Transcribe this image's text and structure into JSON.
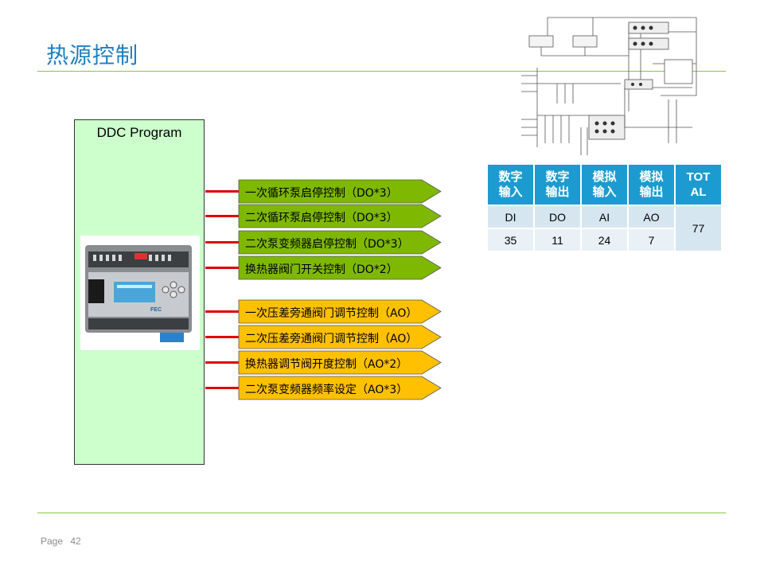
{
  "page": {
    "title": "热源控制",
    "footer_label": "Page",
    "footer_number": "42"
  },
  "ddc": {
    "label": "DDC Program",
    "device_brand": "FEC"
  },
  "outputs": [
    {
      "label": "一次循环泵启停控制（DO*3）",
      "color": "#7fb800"
    },
    {
      "label": "二次循环泵启停控制（DO*3）",
      "color": "#7fb800"
    },
    {
      "label": "二次泵变频器启停控制（DO*3）",
      "color": "#7fb800"
    },
    {
      "label": "换热器阀门开关控制（DO*2）",
      "color": "#7fb800"
    },
    {
      "label": "一次压差旁通阀门调节控制（AO）",
      "color": "#ffc000"
    },
    {
      "label": "二次压差旁通阀门调节控制（AO）",
      "color": "#ffc000"
    },
    {
      "label": "换热器调节阀开度控制（AO*2）",
      "color": "#ffc000"
    },
    {
      "label": "二次泵变频器频率设定（AO*3）",
      "color": "#ffc000"
    }
  ],
  "io_table": {
    "headers": [
      "数字\n输入",
      "数字\n输出",
      "模拟\n输入",
      "模拟\n输出",
      "TOT\nAL"
    ],
    "codes": [
      "DI",
      "DO",
      "AI",
      "AO"
    ],
    "counts": [
      "35",
      "11",
      "24",
      "7"
    ],
    "total": "77"
  },
  "colors": {
    "accent_line": "#8cc63e",
    "connector": "#e00000",
    "table_header": "#1c9bd0"
  }
}
